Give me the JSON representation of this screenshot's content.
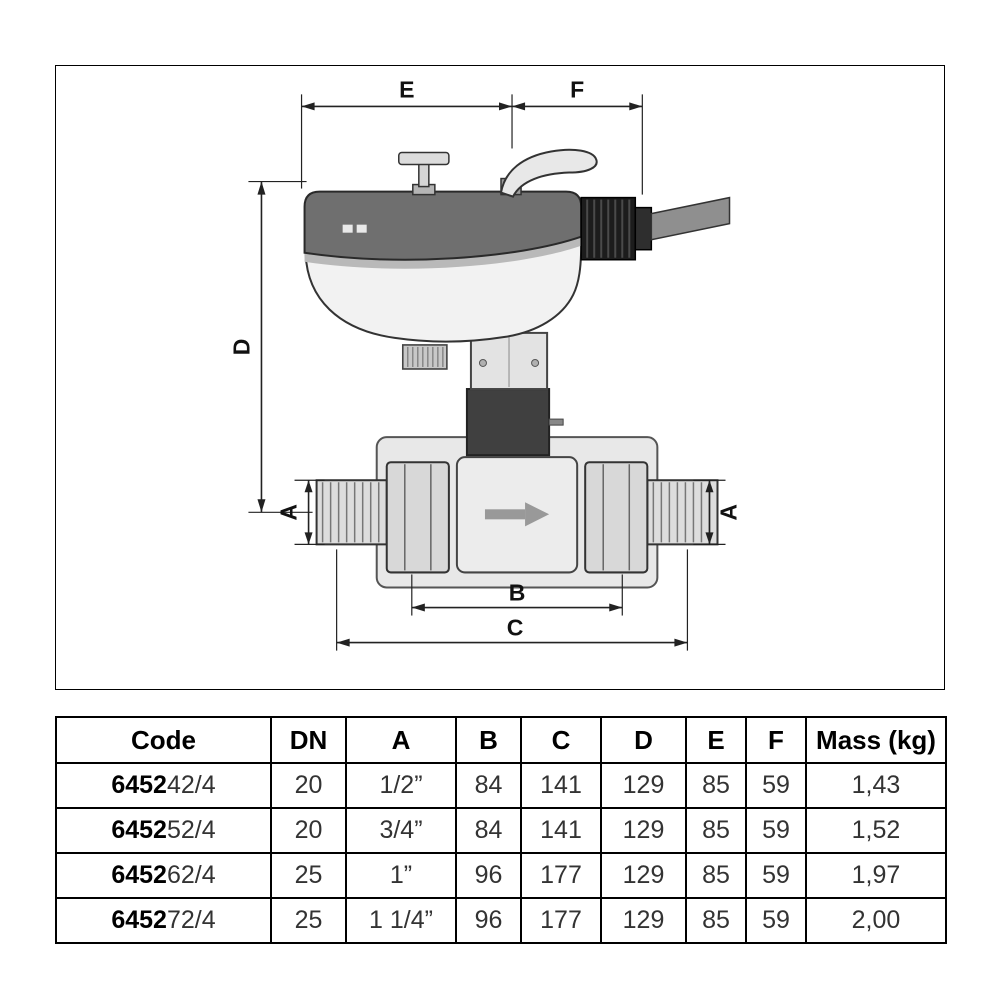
{
  "diagram": {
    "labels": {
      "E": "E",
      "F": "F",
      "D": "D",
      "A_left": "A",
      "A_right": "A",
      "B": "B",
      "C": "C"
    }
  },
  "table": {
    "headers": [
      "Code",
      "DN",
      "A",
      "B",
      "C",
      "D",
      "E",
      "F",
      "Mass (kg)"
    ],
    "rows": [
      {
        "code_bold": "6452",
        "code_suffix": "42/4",
        "dn": "20",
        "a": "1/2”",
        "b": "84",
        "c": "141",
        "d": "129",
        "e": "85",
        "f": "59",
        "mass": "1,43"
      },
      {
        "code_bold": "6452",
        "code_suffix": "52/4",
        "dn": "20",
        "a": "3/4”",
        "b": "84",
        "c": "141",
        "d": "129",
        "e": "85",
        "f": "59",
        "mass": "1,52"
      },
      {
        "code_bold": "6452",
        "code_suffix": "62/4",
        "dn": "25",
        "a": "1”",
        "b": "96",
        "c": "177",
        "d": "129",
        "e": "85",
        "f": "59",
        "mass": "1,97"
      },
      {
        "code_bold": "6452",
        "code_suffix": "72/4",
        "dn": "25",
        "a": "1 1/4”",
        "b": "96",
        "c": "177",
        "d": "129",
        "e": "85",
        "f": "59",
        "mass": "2,00"
      }
    ]
  }
}
